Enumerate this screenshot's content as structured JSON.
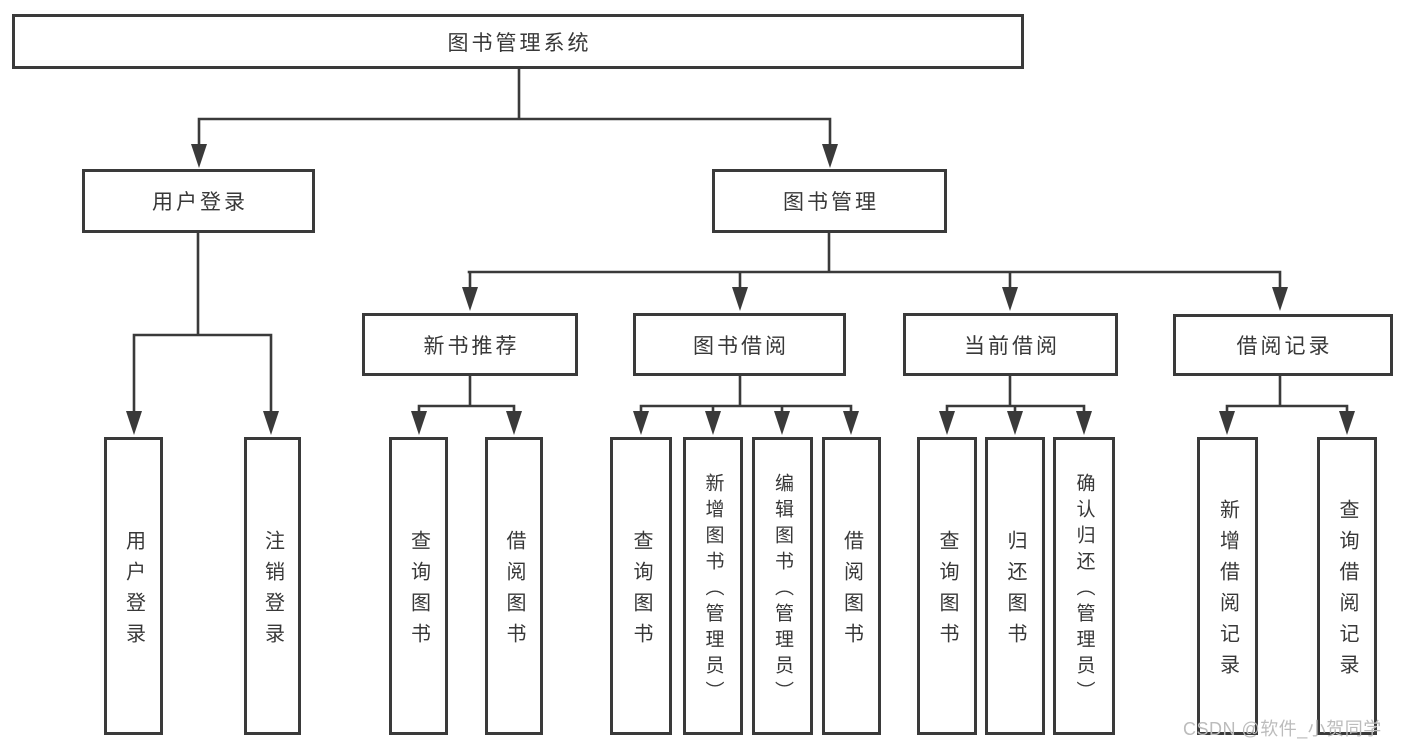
{
  "diagram_type": "hierarchy-tree",
  "tree": {
    "root": {
      "label": "图书管理系统"
    },
    "branches": [
      {
        "label": "用户登录",
        "children": [
          {
            "label": "用户登录"
          },
          {
            "label": "注销登录"
          }
        ]
      },
      {
        "label": "图书管理",
        "children": [
          {
            "label": "新书推荐",
            "children": [
              {
                "label": "查询图书"
              },
              {
                "label": "借阅图书"
              }
            ]
          },
          {
            "label": "图书借阅",
            "children": [
              {
                "label": "查询图书"
              },
              {
                "label": "新增图书（管理员）"
              },
              {
                "label": "编辑图书（管理员）"
              },
              {
                "label": "借阅图书"
              }
            ]
          },
          {
            "label": "当前借阅",
            "children": [
              {
                "label": "查询图书"
              },
              {
                "label": "归还图书"
              },
              {
                "label": "确认归还（管理员）"
              }
            ]
          },
          {
            "label": "借阅记录",
            "children": [
              {
                "label": "新增借阅记录"
              },
              {
                "label": "查询借阅记录"
              }
            ]
          }
        ]
      }
    ]
  },
  "watermark": {
    "text": "CSDN @软件_小贺同学",
    "color": "#bcbcbc"
  },
  "colors": {
    "background": "#ffffff",
    "line": "#3a3a3a",
    "border": "#3a3a3a",
    "text": "#383838"
  }
}
